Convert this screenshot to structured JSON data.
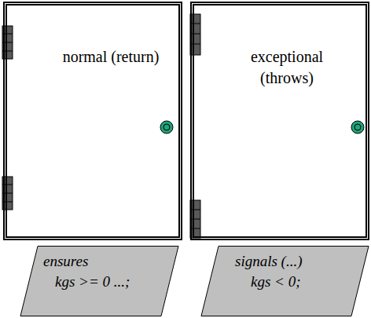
{
  "diagram": {
    "nodes": [
      {
        "text": [
          "normal (return)"
        ]
      },
      {
        "text": [
          "exceptional (throws)"
        ]
      },
      {
        "text": [
          "ensures",
          "kgs >= 0 ...;"
        ]
      },
      {
        "text": [
          "signals (...)",
          "kgs < 0;"
        ]
      }
    ]
  }
}
